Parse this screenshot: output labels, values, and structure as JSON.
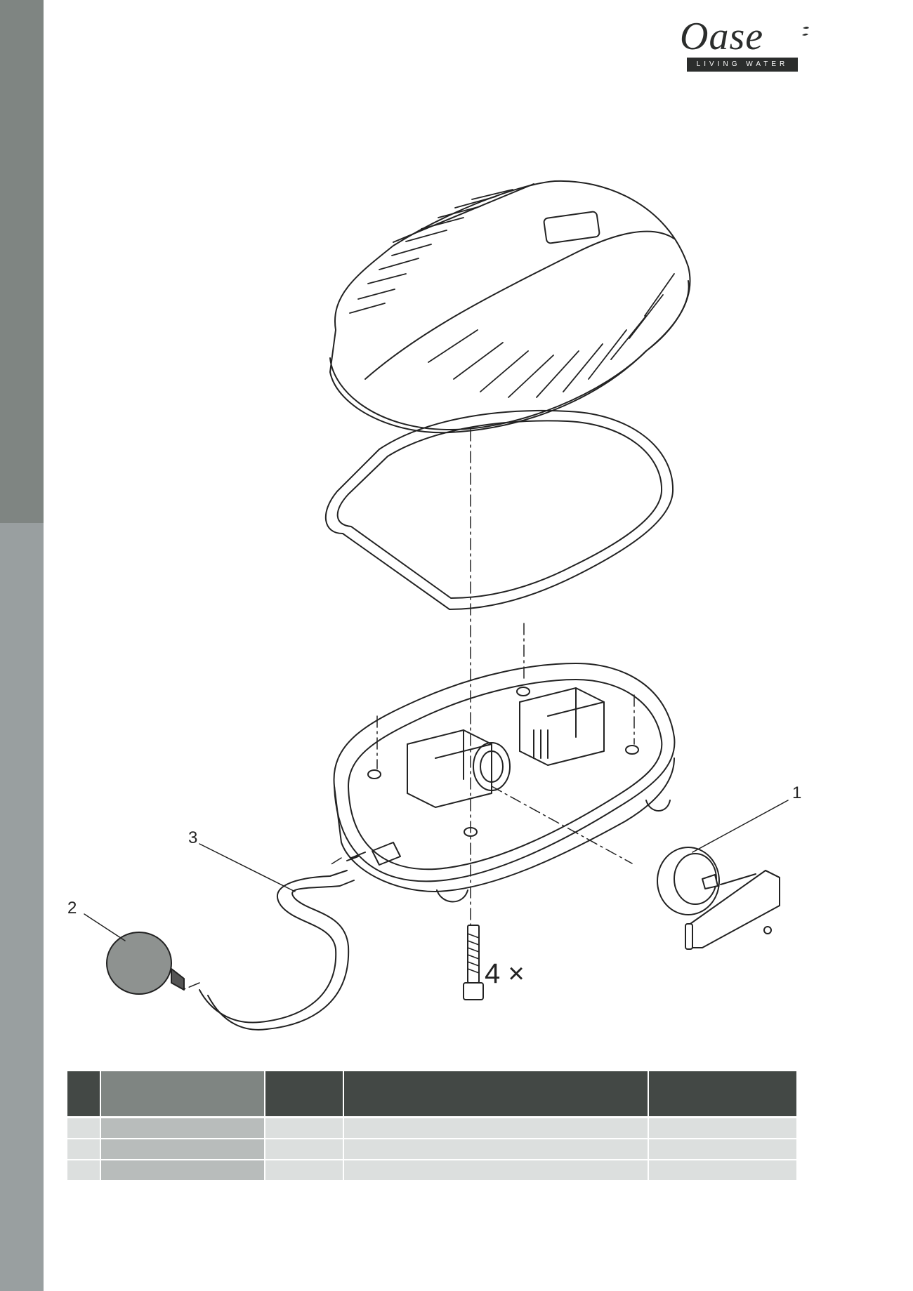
{
  "brand": {
    "name": "Oase",
    "tagline": "LIVING WATER"
  },
  "callouts": {
    "part_1": "1",
    "part_2": "2",
    "part_3": "3"
  },
  "quantity_label": "4 ×",
  "table": {
    "header": [
      "",
      "",
      "",
      "",
      ""
    ],
    "rows": [
      [
        "",
        "",
        "",
        "",
        ""
      ],
      [
        "",
        "",
        "",
        "",
        ""
      ],
      [
        "",
        "",
        "",
        "",
        ""
      ]
    ]
  },
  "colors": {
    "sidebar_top": "#7f8582",
    "sidebar_bottom": "#999fa0",
    "table_header": "#434845",
    "table_header_accent": "#7f8582",
    "table_row": "#dcdfde",
    "table_row_accent": "#b8bcbb"
  }
}
